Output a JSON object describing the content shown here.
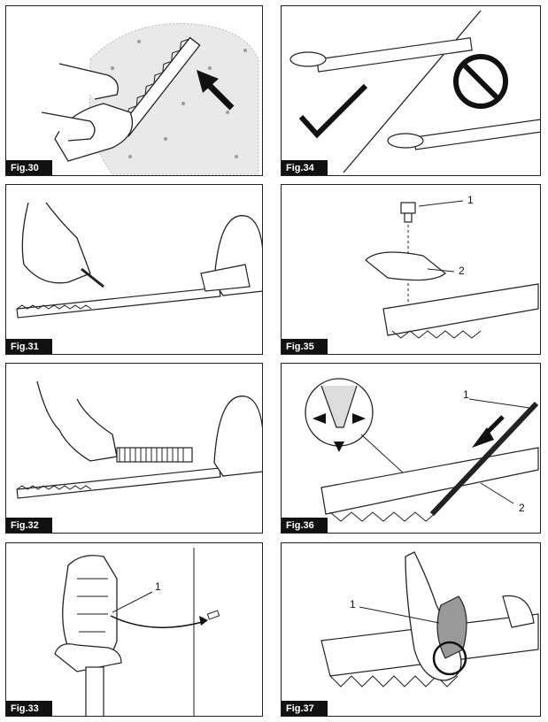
{
  "figures": [
    {
      "label": "Fig.30"
    },
    {
      "label": "Fig.34"
    },
    {
      "label": "Fig.31"
    },
    {
      "label": "Fig.35",
      "callouts": [
        "1",
        "2"
      ]
    },
    {
      "label": "Fig.32"
    },
    {
      "label": "Fig.36",
      "callouts": [
        "1",
        "2"
      ]
    },
    {
      "label": "Fig.33",
      "callouts": [
        "1"
      ]
    },
    {
      "label": "Fig.37",
      "callouts": [
        "1"
      ]
    }
  ],
  "icons": [
    "check-mark-icon",
    "prohibited-icon",
    "direction-arrow-icon"
  ]
}
